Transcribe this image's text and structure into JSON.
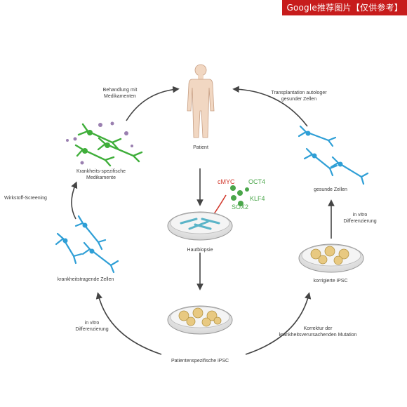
{
  "badge": "Google推荐图片【仅供参考】",
  "labels": {
    "patient": "Patient",
    "treatment": "Behandlung mit\nMedikamenten",
    "transplant": "Transplantation autologer\ngesunder Zellen",
    "drugs": "Krankheits-spezifische\nMedikamente",
    "screening": "Wirkstoff-Screening",
    "healthy_cells": "gesunde Zellen",
    "diff_right": "in vitro\nDifferenzierung",
    "biopsy": "Hautbiopsie",
    "diseased_cells": "krankheitstragende Zellen",
    "corrected_ipsc": "korrigierte iPSC",
    "diff_left": "in vitro\nDifferenzierung",
    "patient_ipsc": "Patientenspezifische iPSC",
    "correction": "Korrektur der\nkrankheitsverursachenden Mutation"
  },
  "factors": {
    "cmyc": "cMYC",
    "oct4": "OCT4",
    "klf4": "KLF4",
    "sox2": "SOX2"
  },
  "colors": {
    "cell_green": "#3fae3a",
    "cell_blue": "#2f9fd6",
    "dish_tan": "#e8c981",
    "arrow": "#444444",
    "badge": "#c71c1c"
  }
}
